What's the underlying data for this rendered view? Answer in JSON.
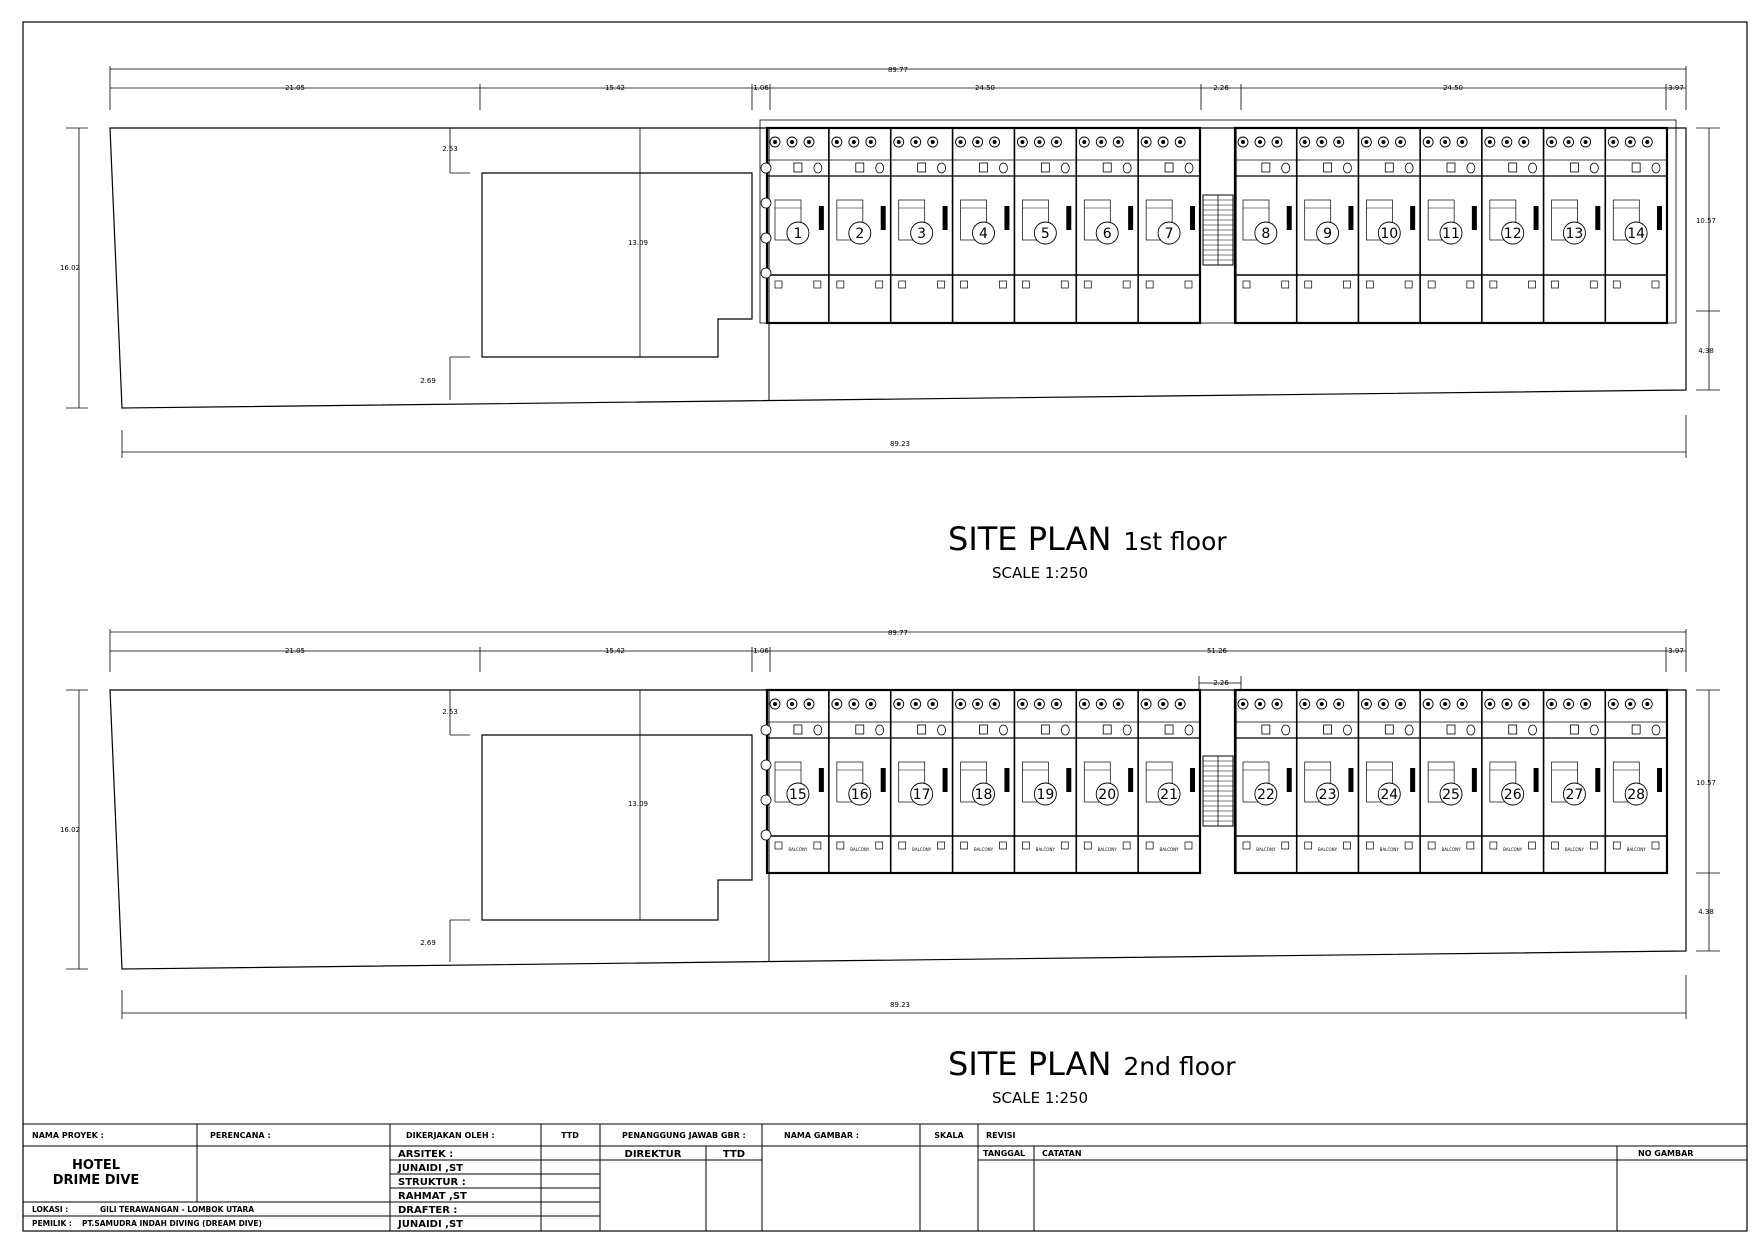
{
  "plans": [
    {
      "title": "SITE PLAN",
      "floor": "1st floor",
      "scale": "SCALE 1:250",
      "rooms": [
        "1",
        "2",
        "3",
        "4",
        "5",
        "6",
        "7",
        "8",
        "9",
        "10",
        "11",
        "12",
        "13",
        "14"
      ],
      "dims": {
        "total_top": "89.77",
        "seg1": "21.05",
        "seg2": "15.42",
        "seg3": "1.06",
        "seg4": "24.50",
        "corridor": "2.26",
        "seg5": "24.50",
        "seg6": "3.97",
        "height_left": "16.02",
        "setback_top": "2.53",
        "inner_height": "13.09",
        "setback_bottom": "2.69",
        "right_height": "10.57",
        "right_bottom": "4.38",
        "total_bottom": "89.23"
      },
      "room_label": ""
    },
    {
      "title": "SITE PLAN",
      "floor": "2nd floor",
      "scale": "SCALE 1:250",
      "rooms": [
        "15",
        "16",
        "17",
        "18",
        "19",
        "20",
        "21",
        "22",
        "23",
        "24",
        "25",
        "26",
        "27",
        "28"
      ],
      "dims": {
        "total_top": "89.77",
        "seg1": "21.05",
        "seg2": "15.42",
        "seg3": "1.06",
        "seg4": "51.26",
        "corridor": "2.26",
        "seg6": "3.97",
        "height_left": "16.02",
        "setback_top": "2.53",
        "inner_height": "13.09",
        "setback_bottom": "2.69",
        "right_height": "10.57",
        "right_bottom": "4.38",
        "total_bottom": "89.23"
      },
      "room_label": "BALCONY"
    }
  ],
  "title_block": {
    "nama_proyek_label": "NAMA PROYEK :",
    "project_name_1": "HOTEL",
    "project_name_2": "DRIME DIVE",
    "perencana_label": "PERENCANA :",
    "dikerjakan_label": "DIKERJAKAN OLEH :",
    "ttd_label": "TTD",
    "penanggung_label": "PENANGGUNG JAWAB GBR :",
    "nama_gambar_label": "NAMA GAMBAR :",
    "skala_label": "SKALA",
    "revisi_label": "REVISI",
    "arsitek_label": "ARSITEK :",
    "arsitek_name": "JUNAIDI ,ST",
    "struktur_label": "STRUKTUR :",
    "struktur_name": "RAHMAT ,ST",
    "drafter_label": "DRAFTER :",
    "drafter_name": "JUNAIDI ,ST",
    "direktur_label": "DIREKTUR",
    "ttd2_label": "TTD",
    "tanggal_label": "TANGGAL",
    "catatan_label": "CATATAN",
    "no_gambar_label": "NO GAMBAR",
    "lokasi_label": "LOKASI    :",
    "lokasi_value": "GILI TERAWANGAN - LOMBOK UTARA",
    "pemilik_label": "PEMILIK :",
    "pemilik_value": "PT.SAMUDRA INDAH DIVING (DREAM DIVE)"
  }
}
